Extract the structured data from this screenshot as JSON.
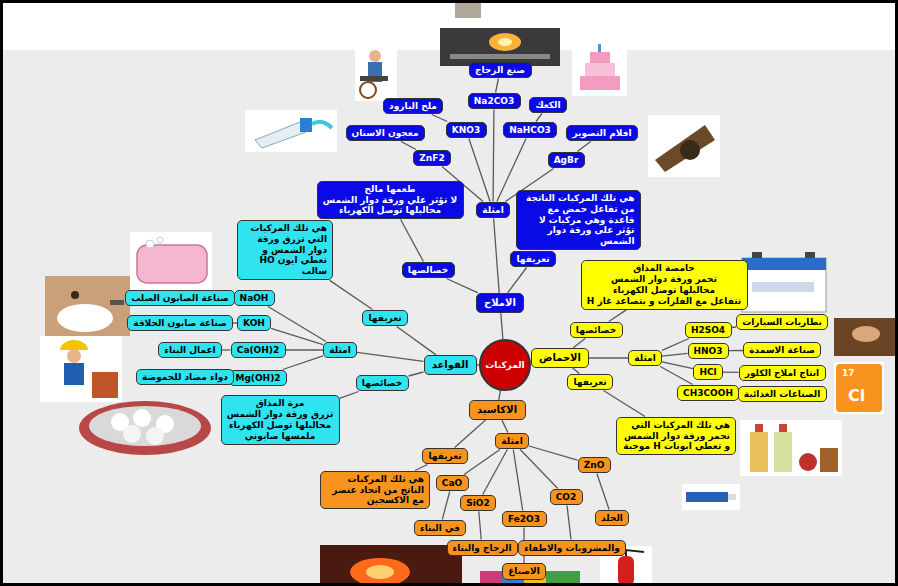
{
  "diagram": {
    "nodes": [
      {
        "text": [
          "المركبات"
        ]
      },
      {
        "text": [
          "الاملاح"
        ]
      },
      {
        "text": [
          "امثلة"
        ]
      },
      {
        "text": [
          "ZnF2"
        ]
      },
      {
        "text": [
          "معجون الاسنان"
        ]
      },
      {
        "text": [
          "KNO3"
        ]
      },
      {
        "text": [
          "ملح البارود"
        ]
      },
      {
        "text": [
          "Na2CO3"
        ]
      },
      {
        "text": [
          "صنع الزجاج"
        ]
      },
      {
        "text": [
          "NaHCO3"
        ]
      },
      {
        "text": [
          "الكعك"
        ]
      },
      {
        "text": [
          "AgBr"
        ]
      },
      {
        "text": [
          "افلام التصوير"
        ]
      },
      {
        "text": [
          "خصالصها"
        ]
      },
      {
        "text": [
          "طعمها مالح",
          "لا تؤثر علي ورقة دوار الشمس",
          "محاليلها توصل الكهرباء"
        ]
      },
      {
        "text": [
          "تعريفها"
        ]
      },
      {
        "text": [
          "هي تلك المركبات الناتجة من تفاعل حمض مع قاعدة وهي مركبات لا تؤثر على ورقة دوار الشمس"
        ]
      },
      {
        "text": [
          "الاحماض"
        ]
      },
      {
        "text": [
          "خصائصها"
        ]
      },
      {
        "text": [
          "حامضة المذاق",
          "تحمر ورقة دوار الشمس",
          "محاليلها توصل الكهرباء",
          "تتفاعل مع الفلزات و يتصاعد غاز H"
        ]
      },
      {
        "text": [
          "امثلة"
        ]
      },
      {
        "text": [
          "H2SO4"
        ]
      },
      {
        "text": [
          "بطاريات السيارات"
        ]
      },
      {
        "text": [
          "HNO3"
        ]
      },
      {
        "text": [
          "صناعة الاسمدة"
        ]
      },
      {
        "text": [
          "HCl"
        ]
      },
      {
        "text": [
          "انتاج املاح الكلور"
        ]
      },
      {
        "text": [
          "CH3COOH"
        ]
      },
      {
        "text": [
          "الصناعات الغذائية"
        ]
      },
      {
        "text": [
          "تعريفها"
        ]
      },
      {
        "text": [
          "هي تلك المركبات التي تحمر ورقة دوار الشمس و تعطي ايونات H موجبة"
        ]
      },
      {
        "text": [
          "القواعد"
        ]
      },
      {
        "text": [
          "تعريفها"
        ]
      },
      {
        "text": [
          "هي تلك المركبات التي تزرق ورقة دوار الشمس و تعطي ايون HO سالب"
        ]
      },
      {
        "text": [
          "امثلة"
        ]
      },
      {
        "text": [
          "NaOH"
        ]
      },
      {
        "text": [
          "صناعة الصابون الصلب"
        ]
      },
      {
        "text": [
          "KOH"
        ]
      },
      {
        "text": [
          "صناعة صابون الحلاقة"
        ]
      },
      {
        "text": [
          "Ca(OH)2"
        ]
      },
      {
        "text": [
          "اعمال البناء"
        ]
      },
      {
        "text": [
          "Mg(OH)2"
        ]
      },
      {
        "text": [
          "دواء مضاد للحموضة"
        ]
      },
      {
        "text": [
          "خصائصها"
        ]
      },
      {
        "text": [
          "مرة المذاق",
          "تزرق ورقة دوار الشمس",
          "محاليلها توصل الكهرباء",
          "ملمسها صابوني"
        ]
      },
      {
        "text": [
          "الاكاسيد"
        ]
      },
      {
        "text": [
          "امثلة"
        ]
      },
      {
        "text": [
          "CaO"
        ]
      },
      {
        "text": [
          "في البناء"
        ]
      },
      {
        "text": [
          "SiO2"
        ]
      },
      {
        "text": [
          "الزجاج والبناء"
        ]
      },
      {
        "text": [
          "Fe2O3"
        ]
      },
      {
        "text": [
          "الاصباغ"
        ]
      },
      {
        "text": [
          "CO2"
        ]
      },
      {
        "text": [
          "والمشروبات والاطفاء"
        ]
      },
      {
        "text": [
          "ZnO"
        ]
      },
      {
        "text": [
          "الجلد"
        ]
      },
      {
        "text": [
          "تعريفها"
        ]
      },
      {
        "text": [
          "هي تلك المركبات الناتج من اتحاد عنصر مع الاكسجين"
        ]
      }
    ],
    "edges": [
      {
        "from": 0,
        "to": 1,
        "arrow": "none"
      },
      {
        "from": 1,
        "to": 2,
        "arrow": "none"
      },
      {
        "from": 2,
        "to": 3,
        "arrow": "none"
      },
      {
        "from": 3,
        "to": 4,
        "arrow": "none"
      },
      {
        "from": 2,
        "to": 5,
        "arrow": "none"
      },
      {
        "from": 5,
        "to": 6,
        "arrow": "none"
      },
      {
        "from": 2,
        "to": 7,
        "arrow": "none"
      },
      {
        "from": 7,
        "to": 8,
        "arrow": "none"
      },
      {
        "from": 2,
        "to": 9,
        "arrow": "none"
      },
      {
        "from": 9,
        "to": 10,
        "arrow": "none"
      },
      {
        "from": 2,
        "to": 11,
        "arrow": "none"
      },
      {
        "from": 11,
        "to": 12,
        "arrow": "none"
      },
      {
        "from": 1,
        "to": 13,
        "arrow": "none"
      },
      {
        "from": 13,
        "to": 14,
        "arrow": "none"
      },
      {
        "from": 1,
        "to": 15,
        "arrow": "none"
      },
      {
        "from": 15,
        "to": 16,
        "arrow": "none"
      },
      {
        "from": 0,
        "to": 17,
        "arrow": "none"
      },
      {
        "from": 17,
        "to": 18,
        "arrow": "none"
      },
      {
        "from": 18,
        "to": 19,
        "arrow": "none"
      },
      {
        "from": 17,
        "to": 20,
        "arrow": "none"
      },
      {
        "from": 20,
        "to": 21,
        "arrow": "none"
      },
      {
        "from": 21,
        "to": 22,
        "arrow": "none"
      },
      {
        "from": 20,
        "to": 23,
        "arrow": "none"
      },
      {
        "from": 23,
        "to": 24,
        "arrow": "none"
      },
      {
        "from": 20,
        "to": 25,
        "arrow": "none"
      },
      {
        "from": 25,
        "to": 26,
        "arrow": "none"
      },
      {
        "from": 20,
        "to": 27,
        "arrow": "none"
      },
      {
        "from": 27,
        "to": 28,
        "arrow": "none"
      },
      {
        "from": 17,
        "to": 29,
        "arrow": "none"
      },
      {
        "from": 29,
        "to": 30,
        "arrow": "none"
      },
      {
        "from": 0,
        "to": 31,
        "arrow": "none"
      },
      {
        "from": 31,
        "to": 32,
        "arrow": "none"
      },
      {
        "from": 32,
        "to": 33,
        "arrow": "none"
      },
      {
        "from": 31,
        "to": 34,
        "arrow": "none"
      },
      {
        "from": 34,
        "to": 35,
        "arrow": "none"
      },
      {
        "from": 35,
        "to": 36,
        "arrow": "none"
      },
      {
        "from": 34,
        "to": 37,
        "arrow": "none"
      },
      {
        "from": 37,
        "to": 38,
        "arrow": "none"
      },
      {
        "from": 34,
        "to": 39,
        "arrow": "none"
      },
      {
        "from": 39,
        "to": 40,
        "arrow": "none"
      },
      {
        "from": 34,
        "to": 41,
        "arrow": "none"
      },
      {
        "from": 41,
        "to": 42,
        "arrow": "none"
      },
      {
        "from": 31,
        "to": 43,
        "arrow": "none"
      },
      {
        "from": 43,
        "to": 44,
        "arrow": "none"
      },
      {
        "from": 0,
        "to": 45,
        "arrow": "none"
      },
      {
        "from": 45,
        "to": 46,
        "arrow": "none"
      },
      {
        "from": 46,
        "to": 47,
        "arrow": "none"
      },
      {
        "from": 47,
        "to": 48,
        "arrow": "none"
      },
      {
        "from": 46,
        "to": 49,
        "arrow": "none"
      },
      {
        "from": 49,
        "to": 50,
        "arrow": "none"
      },
      {
        "from": 46,
        "to": 51,
        "arrow": "none"
      },
      {
        "from": 51,
        "to": 52,
        "arrow": "none"
      },
      {
        "from": 46,
        "to": 53,
        "arrow": "none"
      },
      {
        "from": 53,
        "to": 54,
        "arrow": "none"
      },
      {
        "from": 46,
        "to": 55,
        "arrow": "none"
      },
      {
        "from": 55,
        "to": 56,
        "arrow": "none"
      },
      {
        "from": 45,
        "to": 57,
        "arrow": "none"
      },
      {
        "from": 57,
        "to": 58,
        "arrow": "none"
      }
    ],
    "labels": [
      "17",
      "Cl"
    ]
  }
}
